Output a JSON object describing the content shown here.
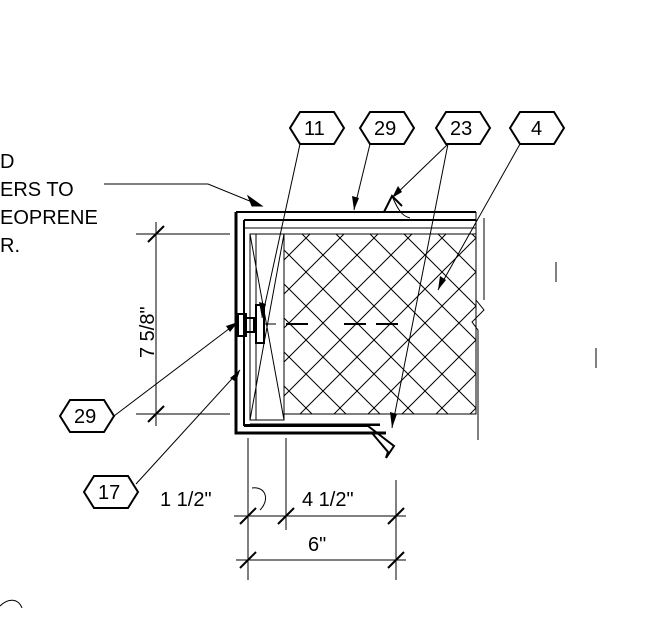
{
  "note_lines": [
    "D",
    "ERS TO",
    "EOPRENE",
    "R."
  ],
  "tags": {
    "t11": "11",
    "t29_top": "29",
    "t23": "23",
    "t4": "4",
    "t29_left": "29",
    "t17": "17"
  },
  "dimensions": {
    "vertical": "7 5/8\"",
    "small": "1 1/2\"",
    "middle": "4 1/2\"",
    "overall": "6\""
  }
}
